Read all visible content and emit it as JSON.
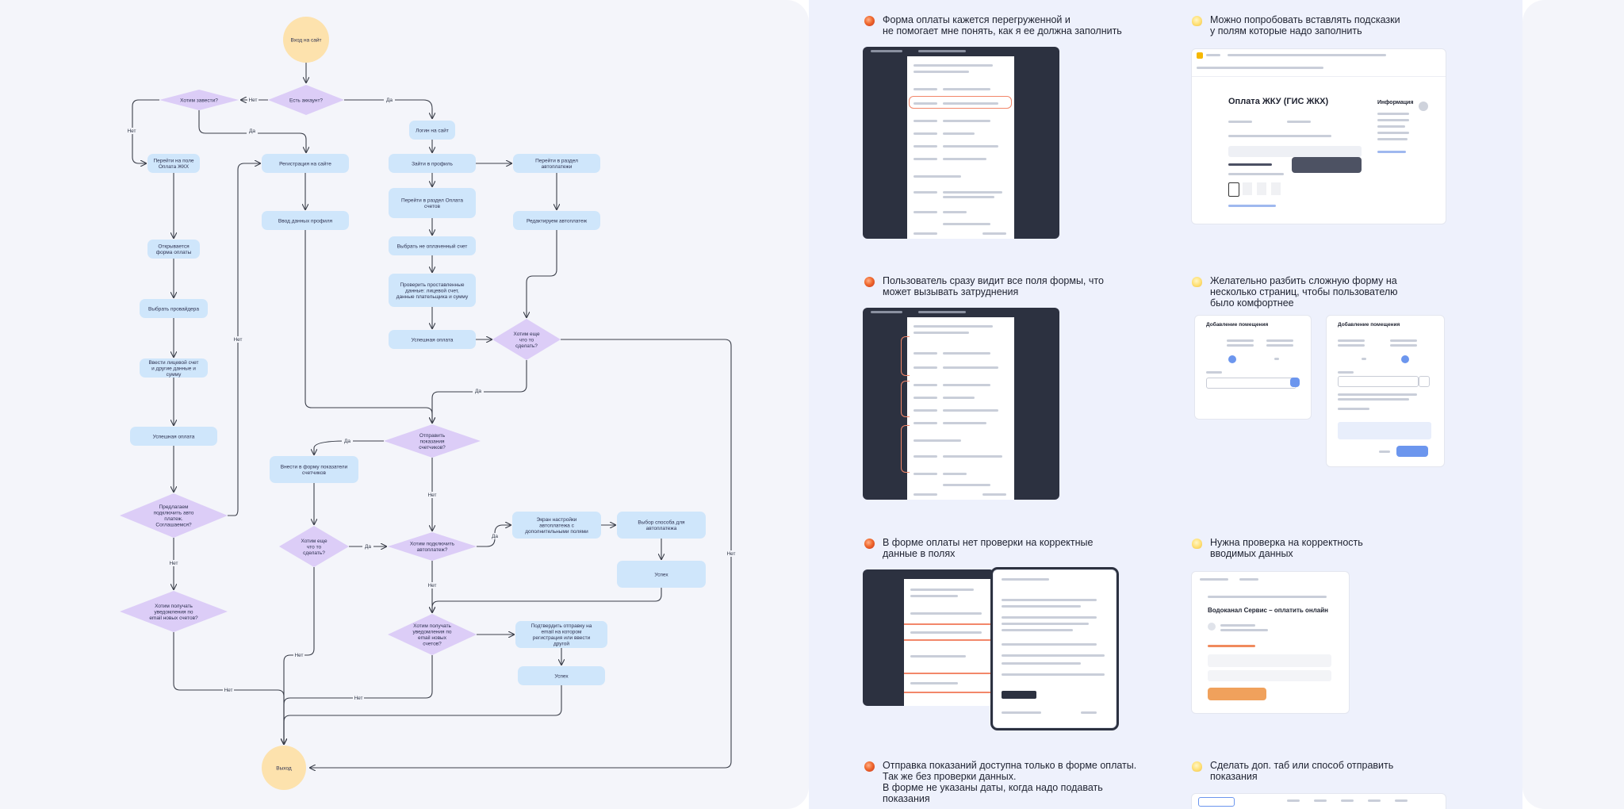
{
  "flowchart": {
    "nodes": [
      {
        "id": "start",
        "shape": "circle",
        "label": "Вход на сайт"
      },
      {
        "id": "has_account",
        "shape": "diamond",
        "label": "Есть аккаунт?"
      },
      {
        "id": "want_register",
        "shape": "diamond",
        "label": "Хотим завести?"
      },
      {
        "id": "login",
        "shape": "box",
        "label": "Логин на сайт"
      },
      {
        "id": "goto_pay_zhkh",
        "shape": "box",
        "label": "Перейти на поле Оплата ЖКХ"
      },
      {
        "id": "register",
        "shape": "box",
        "label": "Регистрация на сайте"
      },
      {
        "id": "profile_login",
        "shape": "box",
        "label": "Зайти в профиль"
      },
      {
        "id": "goto_autopay",
        "shape": "box",
        "label": "Перейти в раздел автоплатежи"
      },
      {
        "id": "profile_data",
        "shape": "box",
        "label": "Ввод данных профиля"
      },
      {
        "id": "goto_bills",
        "shape": "box",
        "label": "Перейти в раздел Оплата счетов"
      },
      {
        "id": "edit_autopay",
        "shape": "box",
        "label": "Редактируем автоплатеж"
      },
      {
        "id": "open_form",
        "shape": "box",
        "label": "Открывается форма оплаты"
      },
      {
        "id": "choose_unpaid",
        "shape": "box",
        "label": "Выбрать не оплаченный счет"
      },
      {
        "id": "choose_provider",
        "shape": "box",
        "label": "Выбрать провайдера"
      },
      {
        "id": "check_data",
        "shape": "box",
        "label": "Проверить проставленные данные: лицевой счет, данные плательщика и сумму"
      },
      {
        "id": "enter_account",
        "shape": "box",
        "label": "Ввести лицевой счет и другие данные и сумму"
      },
      {
        "id": "success_pay_mid",
        "shape": "box",
        "label": "Успешная оплата"
      },
      {
        "id": "want_more",
        "shape": "diamond",
        "label": "Хотим еще что то сделать?"
      },
      {
        "id": "success_pay_left",
        "shape": "box",
        "label": "Успешная оплата"
      },
      {
        "id": "send_readings",
        "shape": "diamond",
        "label": "Отправить показания счетчиков?"
      },
      {
        "id": "enter_readings",
        "shape": "box",
        "label": "Внести в форму показатели счетчиков"
      },
      {
        "id": "offer_autopay",
        "shape": "diamond",
        "label": "Предлагаем подключить авто платеж. Соглашаемся?"
      },
      {
        "id": "want_more2",
        "shape": "diamond",
        "label": "Хотим еще что то сделать?"
      },
      {
        "id": "connect_autopay",
        "shape": "diamond",
        "label": "Хотим подключить автоплатеж?"
      },
      {
        "id": "autopay_settings",
        "shape": "box",
        "label": "Экран настройки автоплатежа с дополнительными полями"
      },
      {
        "id": "choose_method",
        "shape": "box",
        "label": "Выбор способа для автоплатежа"
      },
      {
        "id": "done1",
        "shape": "box",
        "label": "Успех"
      },
      {
        "id": "notify_left",
        "shape": "diamond",
        "label": "Хотим получать уведомления по email новых счетов?"
      },
      {
        "id": "notify_mid",
        "shape": "diamond",
        "label": "Хотим получать уведомления по email новых счетов?"
      },
      {
        "id": "confirm_email",
        "shape": "box",
        "label": "Подтвердить отправку на email на котором регистрация или ввести другой"
      },
      {
        "id": "done2",
        "shape": "box",
        "label": "Успех"
      },
      {
        "id": "exit",
        "shape": "circle",
        "label": "Выход"
      }
    ],
    "edge_labels": {
      "no": "Нет",
      "yes": "Да"
    }
  },
  "cards": [
    {
      "id": "p1",
      "type": "problem",
      "icon": "warning-orb-icon",
      "text": "Форма оплаты кажется перегруженной и\nне помогает мне понять, как я ее должна заполнить"
    },
    {
      "id": "i1",
      "type": "idea",
      "icon": "lightbulb-icon",
      "text": "Можно попробовать вставлять подсказки\nу полям которые надо заполнить"
    },
    {
      "id": "p2",
      "type": "problem",
      "icon": "warning-orb-icon",
      "text": "Пользователь сразу видит все поля формы, что\nможет вызывать затруднения"
    },
    {
      "id": "i2",
      "type": "idea",
      "icon": "lightbulb-icon",
      "text": "Желательно разбить сложную форму на\nнесколько страниц, чтобы пользователю\nбыло комфортнее"
    },
    {
      "id": "p3",
      "type": "problem",
      "icon": "warning-orb-icon",
      "text": "В форме оплаты нет проверки на корректные\nданные в полях"
    },
    {
      "id": "i3",
      "type": "idea",
      "icon": "lightbulb-icon",
      "text": "Нужна проверка на корректность\nвводимых данных"
    },
    {
      "id": "p4",
      "type": "problem",
      "icon": "warning-orb-icon",
      "text": "Отправка показаний доступна только в форме оплаты.\nТак же без проверки данных.\nВ форме не указаны даты, когда надо подавать\nпоказания"
    },
    {
      "id": "i4",
      "type": "idea",
      "icon": "lightbulb-icon",
      "text": "Сделать доп. таб или способ отправить\nпоказания"
    }
  ],
  "mockups": {
    "hint_title": "Оплата ЖКУ (ГИС ЖКХ)",
    "hint_side": "Информация",
    "step_title_1": "Добавление помещения",
    "step_title_2": "Добавление помещения",
    "validation_title": "Водоканал Сервис – оплатить онлайн"
  },
  "colors": {
    "box_fill": "#cfe6fb",
    "diamond_fill": "#dccdf7",
    "terminal_fill": "#fde2ad",
    "edge": "#3b3f4a",
    "panel_left": "#f4f5fa",
    "panel_right": "#eef1fc"
  }
}
